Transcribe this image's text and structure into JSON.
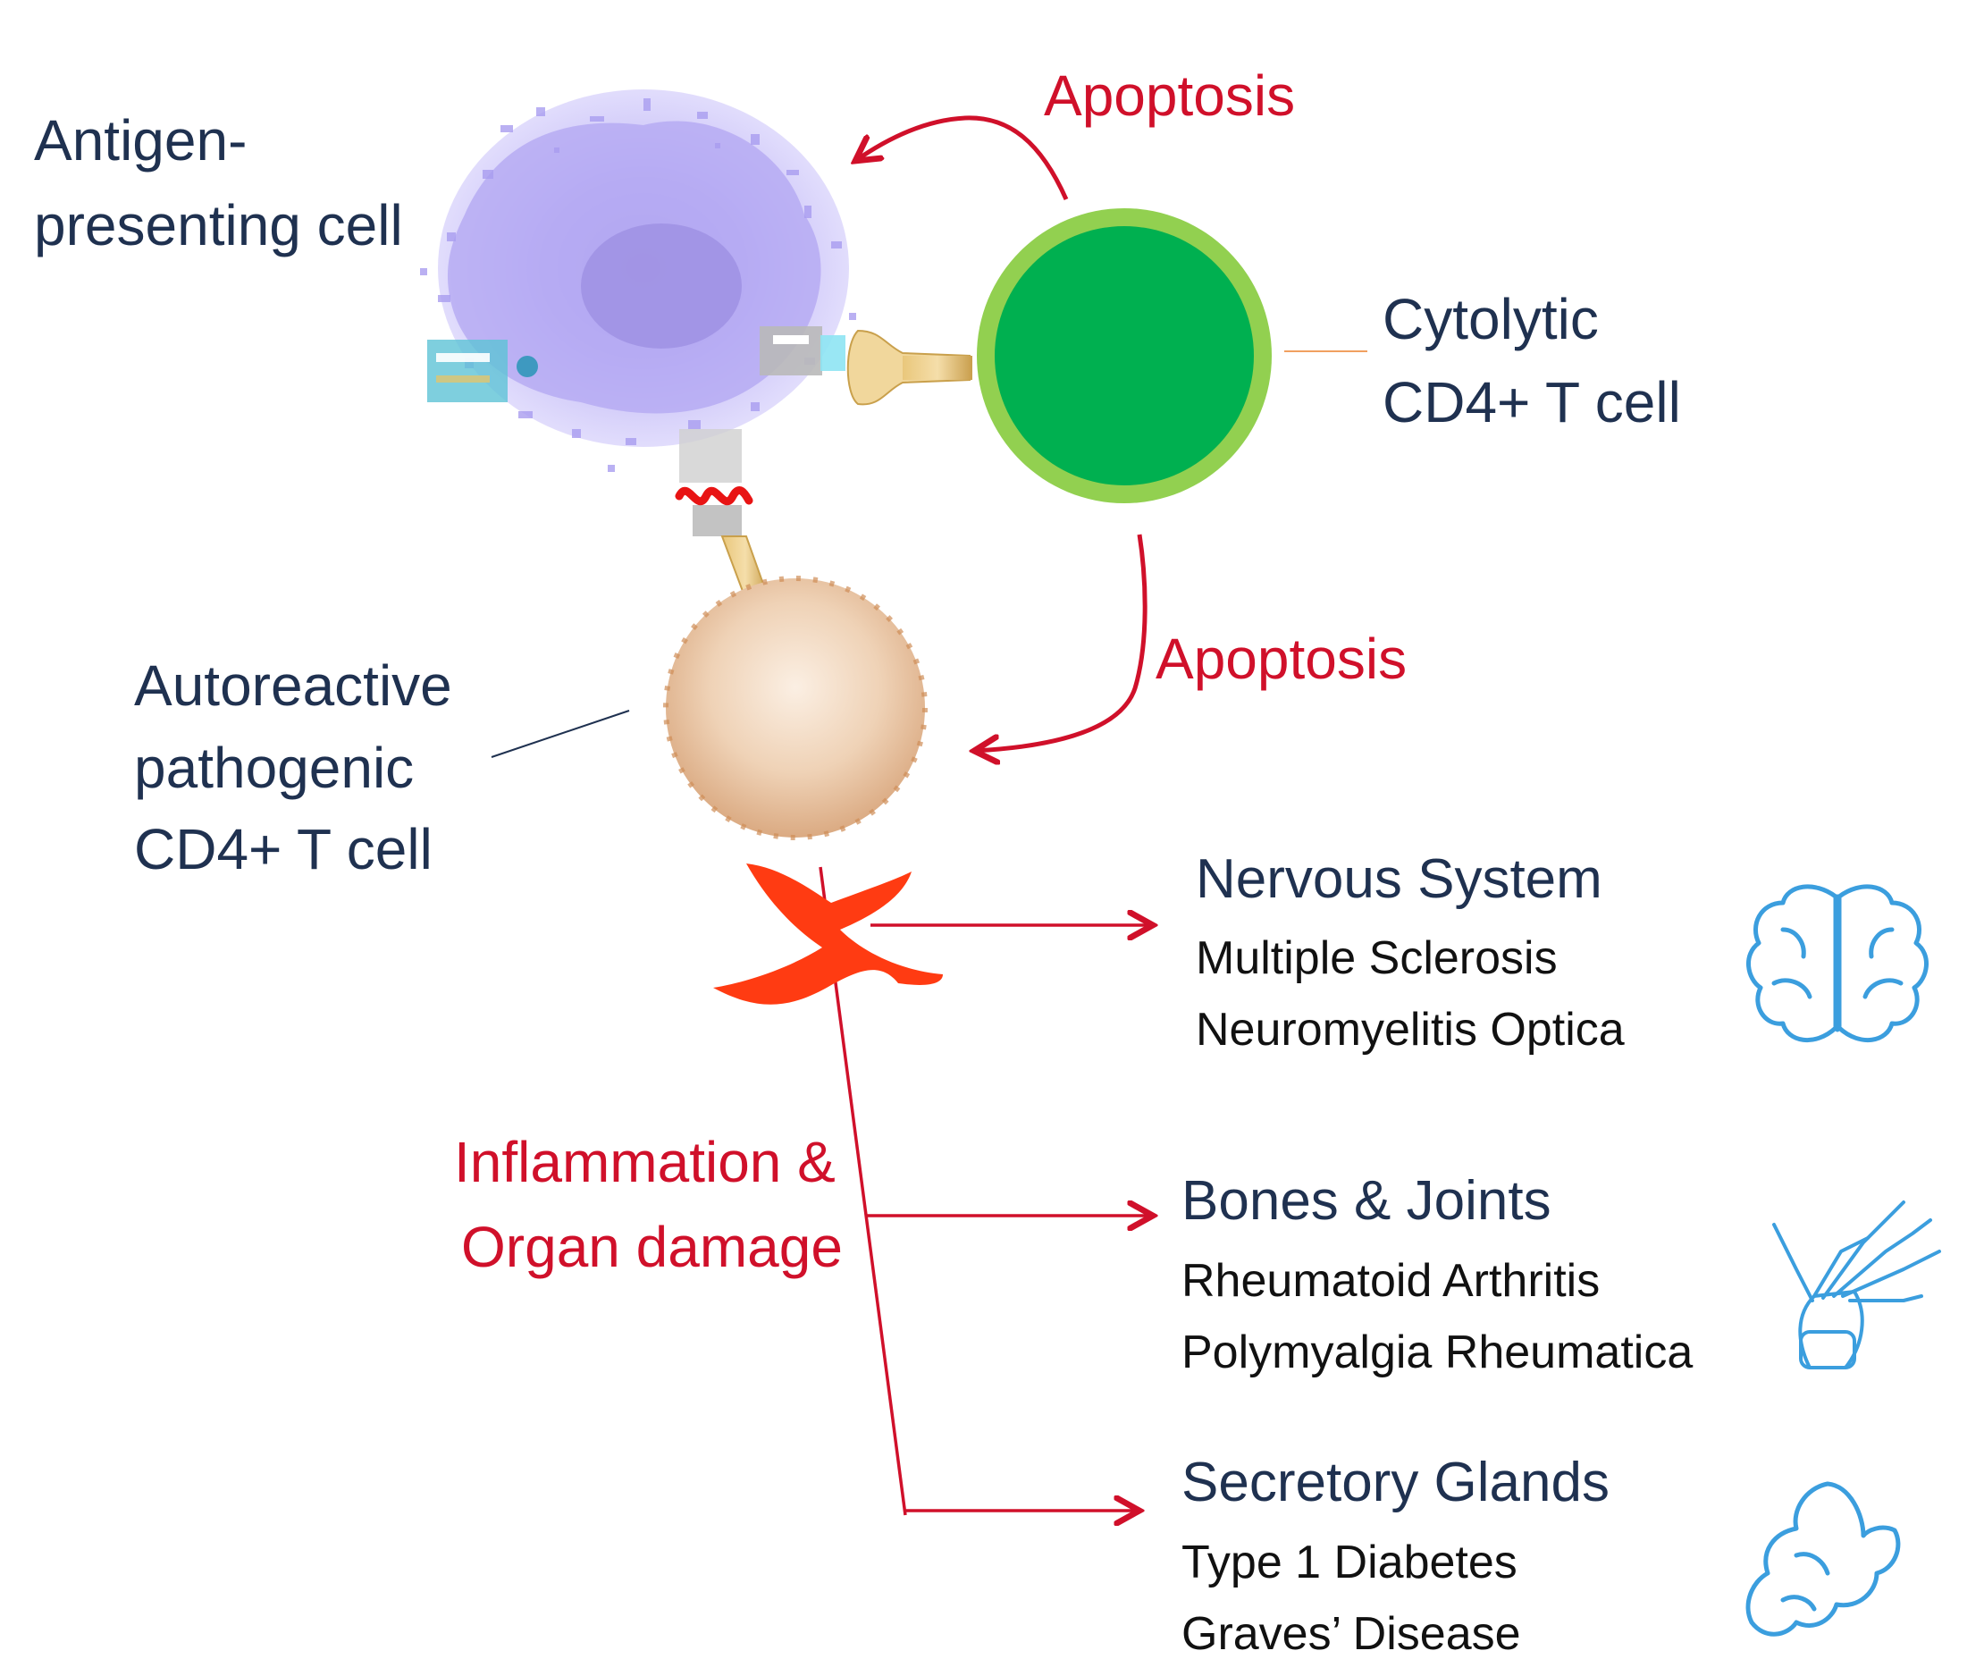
{
  "diagram": {
    "labels": {
      "apc": [
        "Antigen-",
        "presenting cell"
      ],
      "cytolytic": [
        "Cytolytic",
        "CD4+ T cell"
      ],
      "autoreactive": [
        "Autoreactive",
        "pathogenic",
        "CD4+ T cell"
      ],
      "apoptosis_top": "Apoptosis",
      "apoptosis_right": "Apoptosis",
      "inflammation": [
        "Inflammation &",
        "Organ damage"
      ]
    },
    "organ_groups": [
      {
        "heading": "Nervous System",
        "diseases": [
          "Multiple Sclerosis",
          "Neuromyelitis Optica"
        ],
        "icon": "brain-icon"
      },
      {
        "heading": "Bones & Joints",
        "diseases": [
          "Rheumatoid Arthritis",
          "Polymyalgia Rheumatica"
        ],
        "icon": "hand-bones-icon"
      },
      {
        "heading": "Secretory Glands",
        "diseases": [
          "Type 1 Diabetes",
          "Graves’ Disease"
        ],
        "icon": "pancreas-icon"
      }
    ],
    "colors": {
      "navy_text": "#1f3150",
      "red_text": "#d0102a",
      "arrow_red": "#d0102a",
      "cytolytic_outer": "#92d050",
      "cytolytic_inner": "#00b050",
      "apc_purple": "#a89af0",
      "autoreactive_cell": "#e8c6a6",
      "cross_orange": "#ff3b12",
      "icon_blue": "#3b9ede"
    }
  }
}
